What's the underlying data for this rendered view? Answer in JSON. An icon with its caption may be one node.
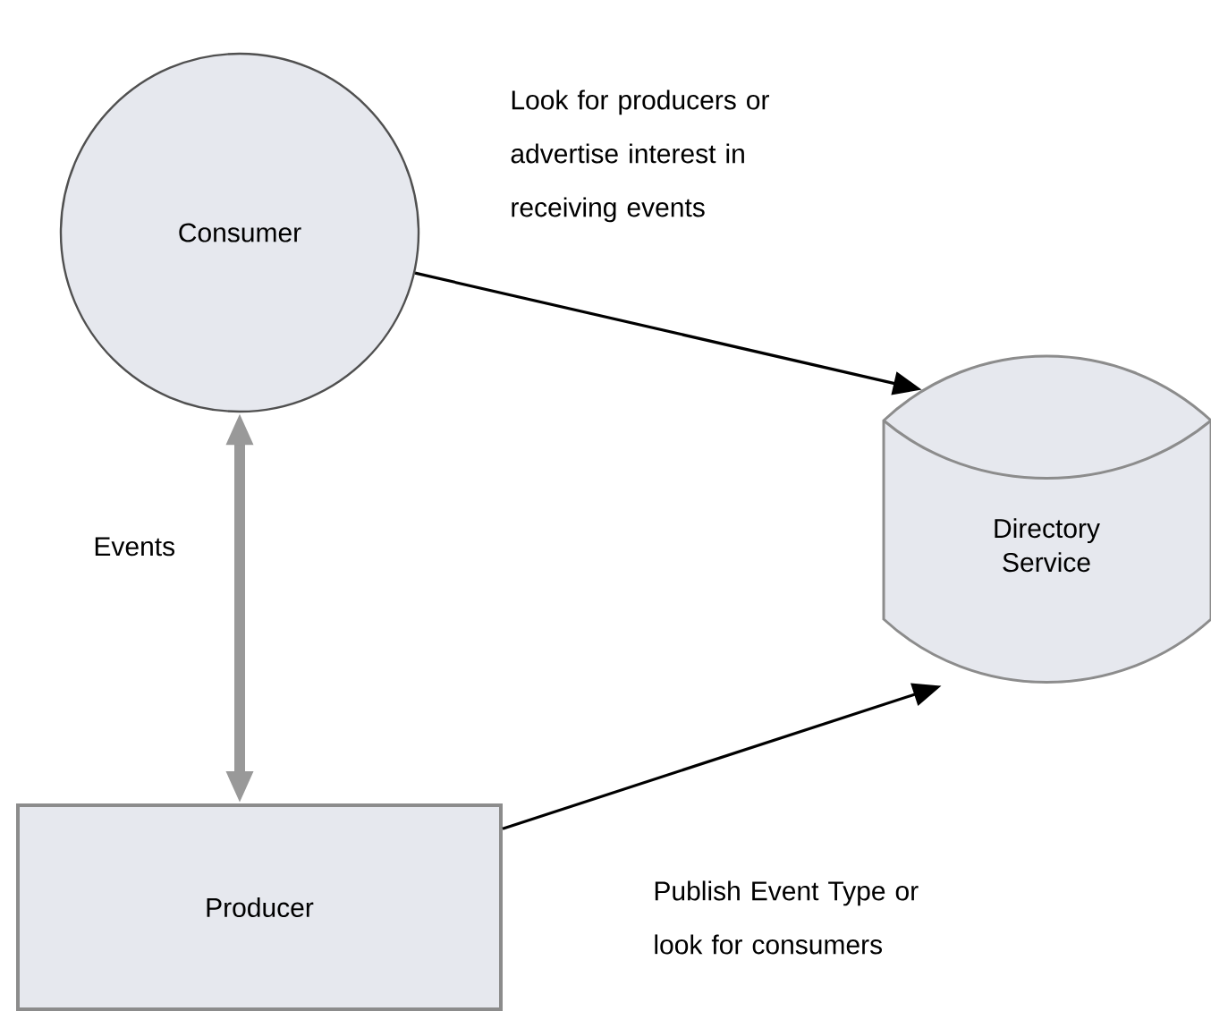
{
  "diagram": {
    "nodes": [
      {
        "text": [
          "Consumer"
        ]
      },
      {
        "text": [
          "Producer"
        ]
      },
      {
        "text": [
          "Directory Service"
        ]
      }
    ],
    "edges": [
      {
        "from": 0,
        "to": 2,
        "arrow": "to",
        "label": "Look for producers or advertise interest in receiving events"
      },
      {
        "from": 1,
        "to": 2,
        "arrow": "to",
        "label": "Publish Event Type or look for consumers"
      },
      {
        "from": 0,
        "to": 1,
        "arrow": "both",
        "label": "Events",
        "style": "thick",
        "color": "#999999"
      }
    ]
  }
}
